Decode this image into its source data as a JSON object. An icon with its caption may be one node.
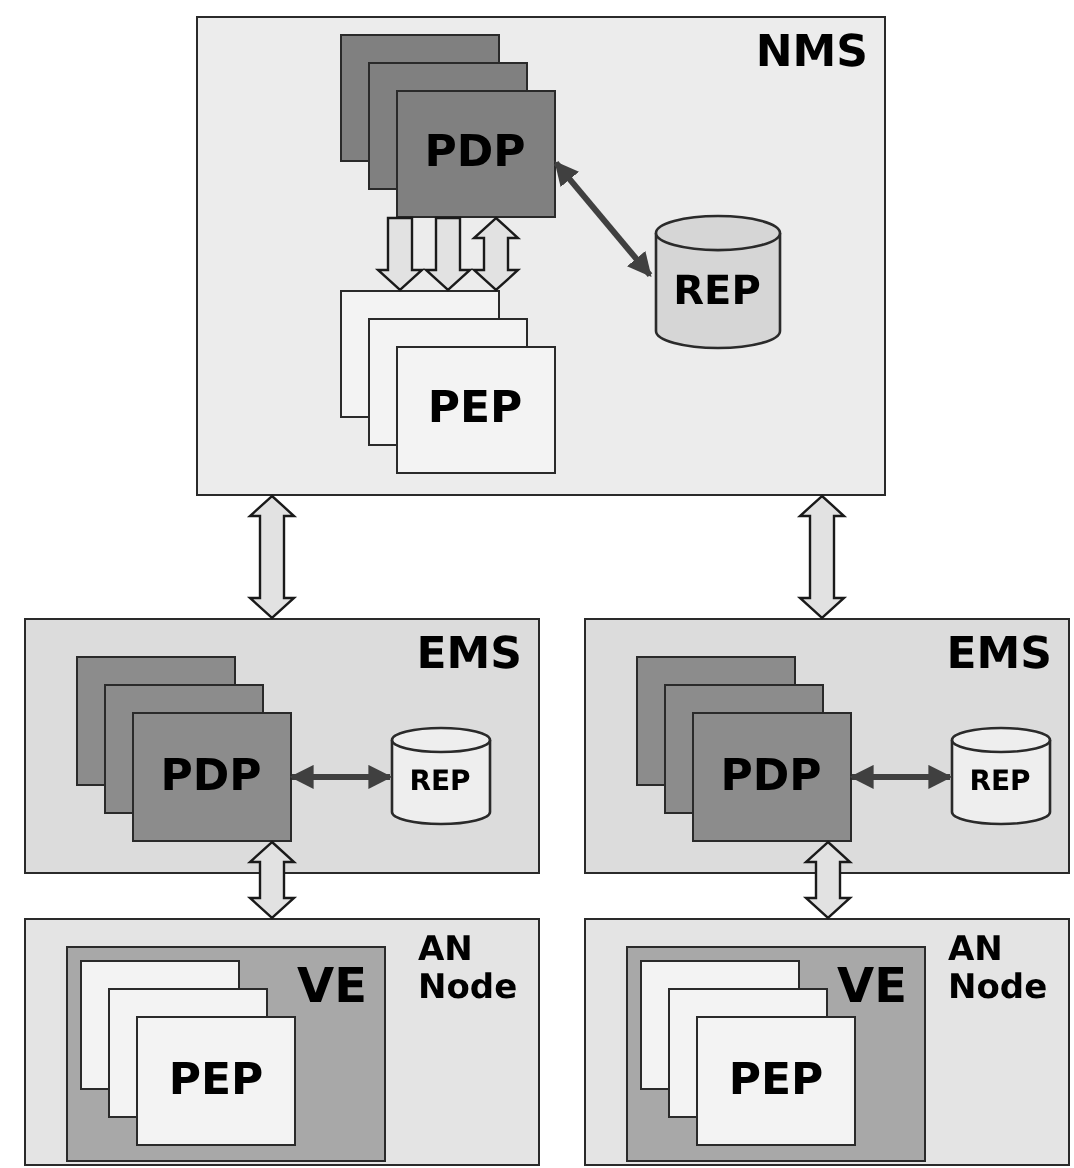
{
  "diagram": {
    "nodes": [
      {
        "text": [
          "NMS"
        ]
      },
      {
        "text": [
          "PDP"
        ],
        "in": 0
      },
      {
        "text": [
          "REP"
        ],
        "in": 0
      },
      {
        "text": [
          "PEP"
        ],
        "in": 0
      },
      {
        "text": [
          "EMS"
        ]
      },
      {
        "text": [
          "PDP"
        ],
        "in": 4
      },
      {
        "text": [
          "REP"
        ],
        "in": 4
      },
      {
        "text": [
          "EMS"
        ]
      },
      {
        "text": [
          "PDP"
        ],
        "in": 7
      },
      {
        "text": [
          "REP"
        ],
        "in": 7
      },
      {
        "text": [
          "AN Node"
        ]
      },
      {
        "text": [
          "VE"
        ],
        "in": 10
      },
      {
        "text": [
          "PEP"
        ],
        "in": 11
      },
      {
        "text": [
          "AN Node"
        ]
      },
      {
        "text": [
          "VE"
        ],
        "in": 13
      },
      {
        "text": [
          "PEP"
        ],
        "in": 14
      }
    ],
    "edges": [
      {
        "from": 1,
        "to": 2,
        "arrow": "both"
      },
      {
        "from": 1,
        "to": 3,
        "arrow": "to",
        "style": "thick"
      },
      {
        "from": 1,
        "to": 3,
        "arrow": "to",
        "style": "thick"
      },
      {
        "from": 1,
        "to": 3,
        "arrow": "both",
        "style": "thick"
      },
      {
        "from": 0,
        "to": 4,
        "arrow": "both",
        "style": "thick"
      },
      {
        "from": 0,
        "to": 7,
        "arrow": "both",
        "style": "thick"
      },
      {
        "from": 5,
        "to": 6,
        "arrow": "both"
      },
      {
        "from": 8,
        "to": 9,
        "arrow": "both"
      },
      {
        "from": 5,
        "to": 10,
        "arrow": "both",
        "style": "thick"
      },
      {
        "from": 8,
        "to": 13,
        "arrow": "both",
        "style": "thick"
      }
    ]
  }
}
